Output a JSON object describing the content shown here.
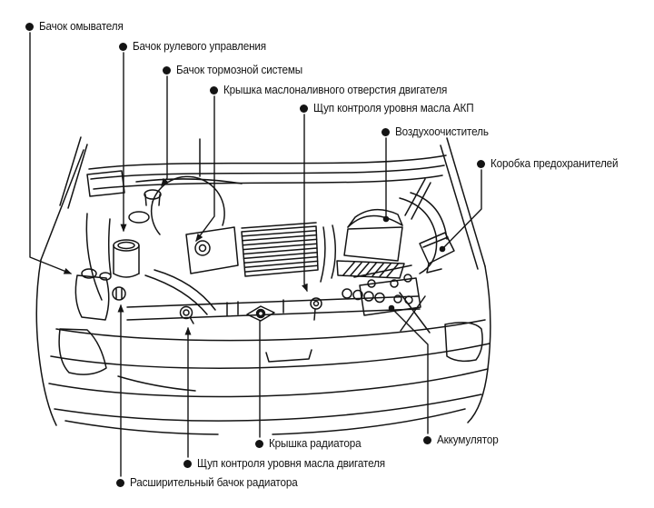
{
  "page": {
    "background_color": "#ffffff",
    "ink_color": "#141414",
    "description": "Подкапотное пространство автомобиля — схема расположения компонентов"
  },
  "figure": {
    "type": "labeled-line-diagram",
    "labels": [
      {
        "id": "washer-reservoir",
        "text": "Бачок омывателя"
      },
      {
        "id": "steering-reservoir",
        "text": "Бачок рулевого управления"
      },
      {
        "id": "brake-reservoir",
        "text": "Бачок тормозной системы"
      },
      {
        "id": "oil-filler-cap",
        "text": "Крышка маслоналивного отверстия двигателя"
      },
      {
        "id": "atf-dipstick",
        "text": "Щуп контроля уровня масла АКП"
      },
      {
        "id": "air-cleaner",
        "text": "Воздухоочиститель"
      },
      {
        "id": "fuse-box",
        "text": "Коробка предохранителей"
      },
      {
        "id": "radiator-cap",
        "text": "Крышка радиатора"
      },
      {
        "id": "engine-oil-dipstick",
        "text": "Щуп контроля уровня масла двигателя"
      },
      {
        "id": "expansion-tank",
        "text": "Расширительный бачок радиатора"
      },
      {
        "id": "battery",
        "text": "Аккумулятор"
      }
    ]
  }
}
